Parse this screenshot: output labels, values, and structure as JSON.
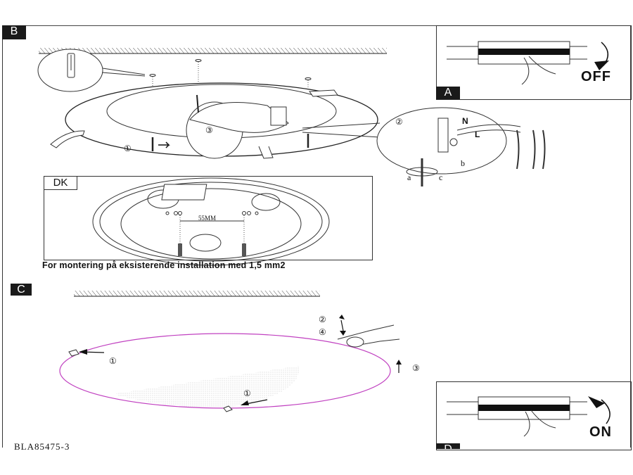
{
  "sections": {
    "b": {
      "tag": "B"
    },
    "a": {
      "tag": "A",
      "state": "OFF"
    },
    "c": {
      "tag": "C"
    },
    "d": {
      "tag": "D",
      "state": "ON"
    },
    "dk": {
      "tag": "DK",
      "spacing": "55MM",
      "note": "For montering på  eksisterende installation med 1,5 mm2"
    }
  },
  "steps": {
    "b_step1": "①",
    "b_step2": "②",
    "b_step3": "③",
    "c_step1a": "①",
    "c_step1b": "①",
    "c_step2": "②",
    "c_step3": "③",
    "c_step4": "④"
  },
  "wiring_labels": {
    "n": "N",
    "l": "L",
    "a": "a",
    "b": "b",
    "c": "c"
  },
  "footer": {
    "code": "BLA85475-3"
  },
  "colors": {
    "ring": "#c040c0",
    "ink": "#111111"
  }
}
